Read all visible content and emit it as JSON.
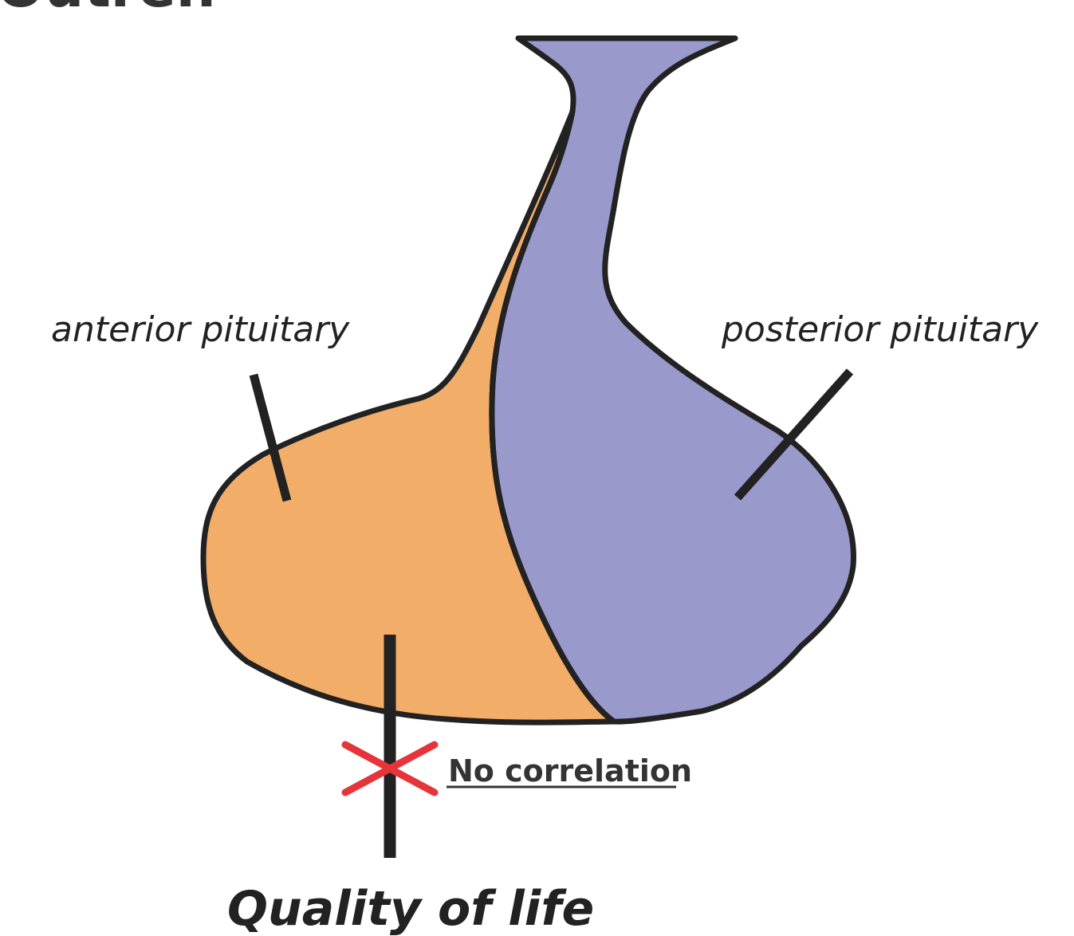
{
  "top_cut_text": "Outren",
  "labels": {
    "anterior": "anterior pituitary",
    "posterior": "posterior pituitary",
    "correlation": "No correlation",
    "quality_of_life": "Quality of life"
  },
  "colors": {
    "anterior_fill": "#f2ae68",
    "posterior_fill": "#9a99cc",
    "outline": "#222222",
    "cross": "#e5343a"
  }
}
